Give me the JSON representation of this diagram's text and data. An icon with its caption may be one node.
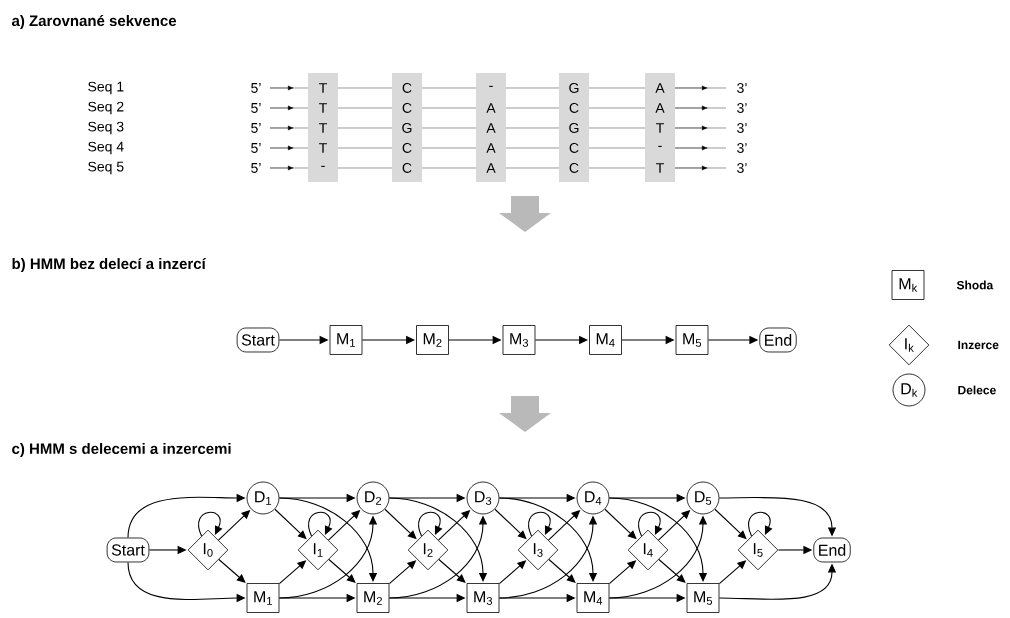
{
  "diagram": {
    "nodes": [
      {
        "text": [
          "Start"
        ]
      },
      {
        "text": [
          "M$_{1}$"
        ]
      },
      {
        "text": [
          "M$_{2}$"
        ]
      },
      {
        "text": [
          "M$_{3}$"
        ]
      },
      {
        "text": [
          "M$_{4}$"
        ]
      },
      {
        "text": [
          "M$_{5}$"
        ]
      },
      {
        "text": [
          "End"
        ]
      },
      {
        "text": [
          "M$_{k}$"
        ],
        "beside": [
          "Shoda"
        ]
      },
      {
        "text": [
          "I$_{k}$"
        ],
        "beside": [
          "Inzerce"
        ]
      },
      {
        "text": [
          "D$_{k}$"
        ],
        "beside": [
          "Delece"
        ]
      },
      {
        "text": [
          "Start"
        ]
      },
      {
        "text": [
          "I$_{0}$"
        ]
      },
      {
        "text": [
          "D$_{1}$"
        ]
      },
      {
        "text": [
          "D$_{2}$"
        ]
      },
      {
        "text": [
          "D$_{3}$"
        ]
      },
      {
        "text": [
          "D$_{4}$"
        ]
      },
      {
        "text": [
          "D$_{5}$"
        ]
      },
      {
        "text": [
          "I$_{1}$"
        ]
      },
      {
        "text": [
          "I$_{2}$"
        ]
      },
      {
        "text": [
          "I$_{3}$"
        ]
      },
      {
        "text": [
          "I$_{4}$"
        ]
      },
      {
        "text": [
          "I$_{5}$"
        ]
      },
      {
        "text": [
          "M$_{1}$"
        ]
      },
      {
        "text": [
          "M$_{2}$"
        ]
      },
      {
        "text": [
          "M$_{3}$"
        ]
      },
      {
        "text": [
          "M$_{4}$"
        ]
      },
      {
        "text": [
          "M$_{5}$"
        ]
      },
      {
        "text": [
          "End"
        ]
      }
    ],
    "edges": [
      {
        "from": 0,
        "to": 1,
        "arrow": "to"
      },
      {
        "from": 1,
        "to": 2,
        "arrow": "to"
      },
      {
        "from": 2,
        "to": 3,
        "arrow": "to"
      },
      {
        "from": 3,
        "to": 4,
        "arrow": "to"
      },
      {
        "from": 4,
        "to": 5,
        "arrow": "to"
      },
      {
        "from": 5,
        "to": 6,
        "arrow": "to"
      },
      {
        "from": 10,
        "to": 11,
        "arrow": "to"
      },
      {
        "from": 10,
        "to": 12,
        "arrow": "to"
      },
      {
        "from": 10,
        "to": 22,
        "arrow": "to"
      },
      {
        "from": 11,
        "to": 11,
        "arrow": "to"
      },
      {
        "from": 11,
        "to": 12,
        "arrow": "to"
      },
      {
        "from": 11,
        "to": 22,
        "arrow": "to"
      },
      {
        "from": 12,
        "to": 13,
        "arrow": "to"
      },
      {
        "from": 12,
        "to": 17,
        "arrow": "to"
      },
      {
        "from": 12,
        "to": 23,
        "arrow": "to"
      },
      {
        "from": 17,
        "to": 17,
        "arrow": "to"
      },
      {
        "from": 17,
        "to": 13,
        "arrow": "to"
      },
      {
        "from": 17,
        "to": 23,
        "arrow": "to"
      },
      {
        "from": 22,
        "to": 23,
        "arrow": "to"
      },
      {
        "from": 22,
        "to": 17,
        "arrow": "to"
      },
      {
        "from": 22,
        "to": 13,
        "arrow": "to"
      },
      {
        "from": 13,
        "to": 14,
        "arrow": "to"
      },
      {
        "from": 13,
        "to": 18,
        "arrow": "to"
      },
      {
        "from": 13,
        "to": 24,
        "arrow": "to"
      },
      {
        "from": 18,
        "to": 18,
        "arrow": "to"
      },
      {
        "from": 18,
        "to": 14,
        "arrow": "to"
      },
      {
        "from": 18,
        "to": 24,
        "arrow": "to"
      },
      {
        "from": 23,
        "to": 24,
        "arrow": "to"
      },
      {
        "from": 23,
        "to": 18,
        "arrow": "to"
      },
      {
        "from": 23,
        "to": 14,
        "arrow": "to"
      },
      {
        "from": 14,
        "to": 15,
        "arrow": "to"
      },
      {
        "from": 14,
        "to": 19,
        "arrow": "to"
      },
      {
        "from": 14,
        "to": 25,
        "arrow": "to"
      },
      {
        "from": 19,
        "to": 19,
        "arrow": "to"
      },
      {
        "from": 19,
        "to": 15,
        "arrow": "to"
      },
      {
        "from": 19,
        "to": 25,
        "arrow": "to"
      },
      {
        "from": 24,
        "to": 25,
        "arrow": "to"
      },
      {
        "from": 24,
        "to": 19,
        "arrow": "to"
      },
      {
        "from": 24,
        "to": 15,
        "arrow": "to"
      },
      {
        "from": 15,
        "to": 16,
        "arrow": "to"
      },
      {
        "from": 15,
        "to": 20,
        "arrow": "to"
      },
      {
        "from": 15,
        "to": 26,
        "arrow": "to"
      },
      {
        "from": 20,
        "to": 20,
        "arrow": "to"
      },
      {
        "from": 20,
        "to": 16,
        "arrow": "to"
      },
      {
        "from": 20,
        "to": 26,
        "arrow": "to"
      },
      {
        "from": 25,
        "to": 26,
        "arrow": "to"
      },
      {
        "from": 25,
        "to": 20,
        "arrow": "to"
      },
      {
        "from": 25,
        "to": 16,
        "arrow": "to"
      },
      {
        "from": 16,
        "to": 21,
        "arrow": "to"
      },
      {
        "from": 16,
        "to": 27,
        "arrow": "to"
      },
      {
        "from": 21,
        "to": 21,
        "arrow": "to"
      },
      {
        "from": 21,
        "to": 27,
        "arrow": "to"
      },
      {
        "from": 26,
        "to": 21,
        "arrow": "to"
      },
      {
        "from": 26,
        "to": 27,
        "arrow": "to"
      }
    ],
    "labels": [
      "a) Zarovnané sekvence",
      "Seq 1",
      "5’",
      "T",
      "C",
      "-",
      "G",
      "A",
      "3’",
      "Seq 2",
      "5’",
      "T",
      "C",
      "A",
      "C",
      "A",
      "3’",
      "Seq 3",
      "5’",
      "T",
      "G",
      "A",
      "G",
      "T",
      "3’",
      "Seq 4",
      "5’",
      "T",
      "C",
      "A",
      "C",
      "-",
      "3’",
      "Seq 5",
      "5’",
      "-",
      "C",
      "A",
      "C",
      "T",
      "3’",
      "b) HMM bez delecí a inzercí",
      "c) HMM s delecemi a inzercemi"
    ]
  }
}
